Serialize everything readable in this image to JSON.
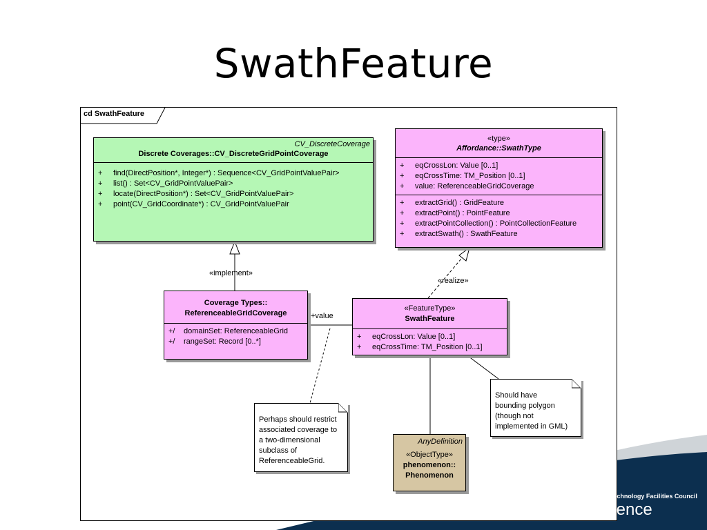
{
  "slide": {
    "title": "SwathFeature"
  },
  "frame": {
    "label": "cd SwathFeature"
  },
  "classes": {
    "discrete": {
      "stereotype": "CV_DiscreteCoverage",
      "name": "Discrete Coverages::CV_DiscreteGridPointCoverage",
      "operations": [
        {
          "vis": "+",
          "text": "find(DirectPosition*, Integer*) : Sequence<CV_GridPointValuePair>"
        },
        {
          "vis": "+",
          "text": "list() : Set<CV_GridPointValuePair>"
        },
        {
          "vis": "+",
          "text": "locate(DirectPosition*) : Set<CV_GridPointValuePair>"
        },
        {
          "vis": "+",
          "text": "point(CV_GridCoordinate*) : CV_GridPointValuePair"
        }
      ]
    },
    "affordance": {
      "stereotype": "«type»",
      "name": "Affordance::SwathType",
      "attributes": [
        {
          "vis": "+",
          "text": "eqCrossLon:  Value [0..1]"
        },
        {
          "vis": "+",
          "text": "eqCrossTime:  TM_Position [0..1]"
        },
        {
          "vis": "+",
          "text": "value:  ReferenceableGridCoverage"
        }
      ],
      "operations": [
        {
          "vis": "+",
          "text": "extractGrid() : GridFeature"
        },
        {
          "vis": "+",
          "text": "extractPoint() : PointFeature"
        },
        {
          "vis": "+",
          "text": "extractPointCollection() : PointCollectionFeature"
        },
        {
          "vis": "+",
          "text": "extractSwath() : SwathFeature"
        }
      ]
    },
    "referenceable": {
      "name_line1": "Coverage Types::",
      "name_line2": "ReferenceableGridCoverage",
      "attributes": [
        {
          "vis": "+/",
          "text": "domainSet:  ReferenceableGrid"
        },
        {
          "vis": "+/",
          "text": "rangeSet:  Record [0..*]"
        }
      ]
    },
    "swath": {
      "stereotype": "«FeatureType»",
      "name": "SwathFeature",
      "attributes": [
        {
          "vis": "+",
          "text": "eqCrossLon:  Value [0..1]"
        },
        {
          "vis": "+",
          "text": "eqCrossTime:  TM_Position [0..1]"
        }
      ]
    },
    "phenomenon": {
      "stereotype_right": "AnyDefinition",
      "stereotype": "«ObjectType»",
      "name_line1": "phenomenon::",
      "name_line2": "Phenomenon"
    }
  },
  "relations": {
    "implement": "«implement»",
    "realize": "«realize»",
    "value_role": "+value"
  },
  "notes": {
    "restrict": [
      "Perhaps should restrict",
      "associated coverage to",
      "a two-dimensional",
      "subclass of",
      "ReferenceableGrid."
    ],
    "bounding": [
      "Should have",
      "bounding polygon",
      "(though not",
      "implemented in GML)"
    ]
  },
  "footer": {
    "org": "Science & Technology Facilities Council",
    "brand": "e-Science"
  },
  "colors": {
    "green_class": "#b5f7b5",
    "pink_class": "#fbb4fb",
    "tan_class": "#d6c6a3",
    "footer_navy": "#0c2f4f",
    "footer_gray": "#cfd4d8"
  }
}
